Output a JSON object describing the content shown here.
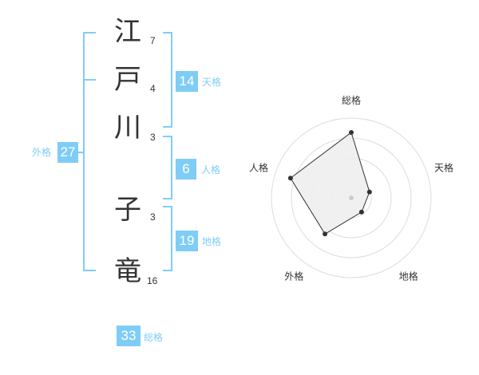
{
  "name": {
    "chars": [
      {
        "char": "江",
        "strokes": "7"
      },
      {
        "char": "戸",
        "strokes": "4"
      },
      {
        "char": "川",
        "strokes": "3"
      },
      {
        "char": "子",
        "strokes": "3"
      },
      {
        "char": "竜",
        "strokes": "16"
      }
    ]
  },
  "fortunes": {
    "tenkaku": {
      "value": "14",
      "label": "天格"
    },
    "jinkaku": {
      "value": "6",
      "label": "人格"
    },
    "chikaku": {
      "value": "19",
      "label": "地格"
    },
    "gaikaku": {
      "value": "27",
      "label": "外格"
    },
    "soukaku": {
      "value": "33",
      "label": "総格"
    }
  },
  "chart_data": {
    "type": "radar",
    "axes": [
      "総格",
      "天格",
      "地格",
      "外格",
      "人格"
    ],
    "rings": 4,
    "values": [
      0.82,
      0.24,
      0.22,
      0.56,
      0.8
    ],
    "colors": {
      "accent": "#7fcdf6",
      "fill": "#eeeeee",
      "line": "#333333",
      "ring": "#dddddd"
    }
  }
}
